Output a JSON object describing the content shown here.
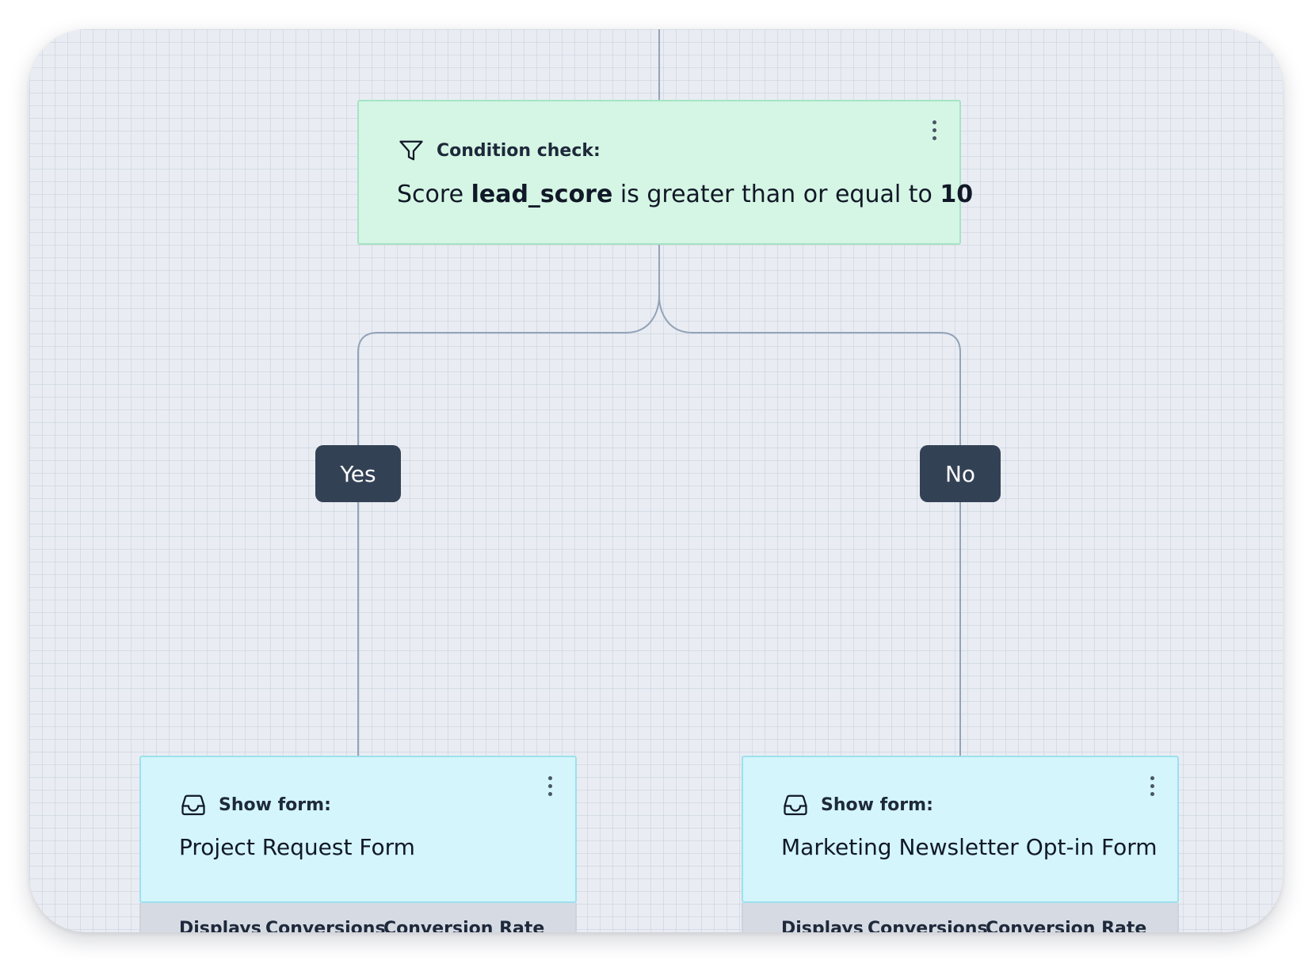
{
  "condition_node": {
    "title": "Condition check:",
    "icon": "funnel-icon",
    "text_prefix": "Score",
    "field": "lead_score",
    "operator": "is greater than or equal to",
    "value": "10",
    "menu_icon": "more-vertical-icon"
  },
  "branches": {
    "yes_label": "Yes",
    "no_label": "No"
  },
  "form_nodes": [
    {
      "title": "Show form:",
      "icon": "inbox-icon",
      "form_name": "Project Request Form",
      "stats_headers": [
        "Displays",
        "Conversions",
        "Conversion Rate"
      ]
    },
    {
      "title": "Show form:",
      "icon": "inbox-icon",
      "form_name": "Marketing Newsletter Opt-in Form",
      "stats_headers": [
        "Displays",
        "Conversions",
        "Conversion Rate"
      ]
    }
  ],
  "colors": {
    "canvas_bg": "#e9edf3",
    "condition_bg": "#d5f6e4",
    "condition_border": "#a6e3c4",
    "form_bg": "#d3f5fb",
    "form_border": "#9de0ee",
    "branch_label_bg": "#334155",
    "connector": "#94a3b8"
  }
}
